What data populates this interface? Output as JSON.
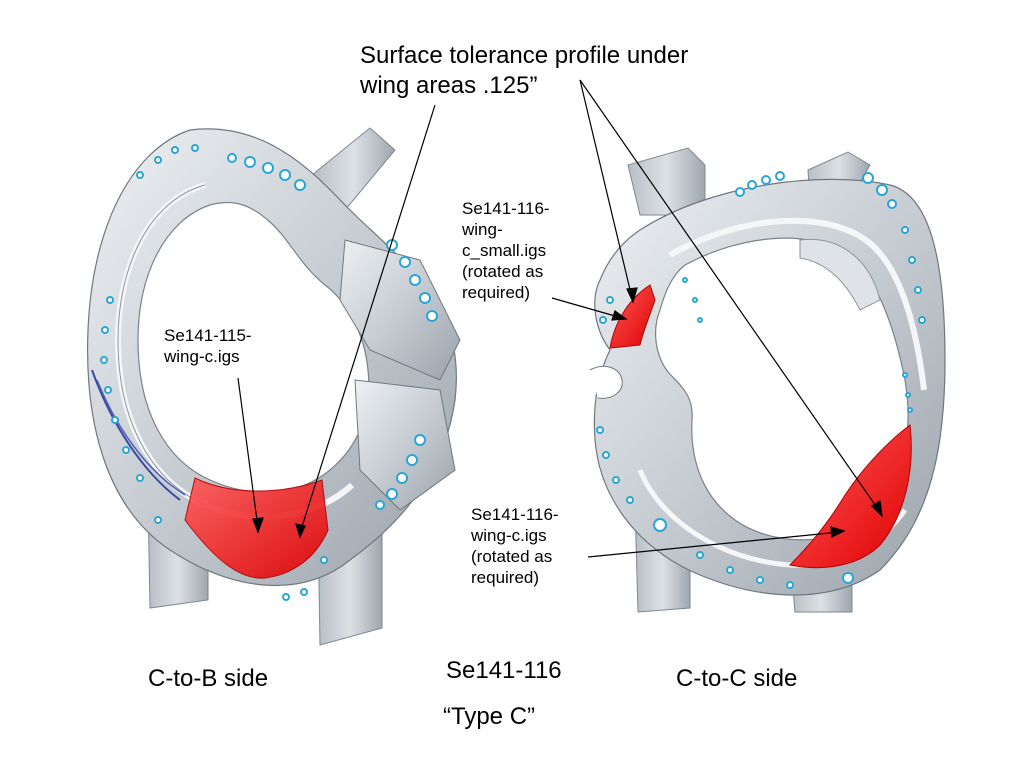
{
  "slide": {
    "surface_callout": "Surface tolerance profile under\nwing areas  .125”",
    "left_part_label": "Se141-115-\nwing-c.igs",
    "right_small_label": "Se141-116-\nwing-\nc_small.igs\n(rotated as\nrequired)",
    "right_large_label": "Se141-116-\nwing-c.igs\n(rotated as\nrequired)",
    "left_side_caption": "C-to-B side",
    "part_number": "Se141-116",
    "type_label": "“Type C”"
  },
  "colors": {
    "metal": "#c9ced4",
    "metal_dark": "#8f979f",
    "metal_light": "#e9ecef",
    "wing_highlight": "#ff2020",
    "hole_accent": "#2aa6d6",
    "background": "#ffffff"
  },
  "extra": {
    "right_side_caption": "C-to-C side"
  }
}
